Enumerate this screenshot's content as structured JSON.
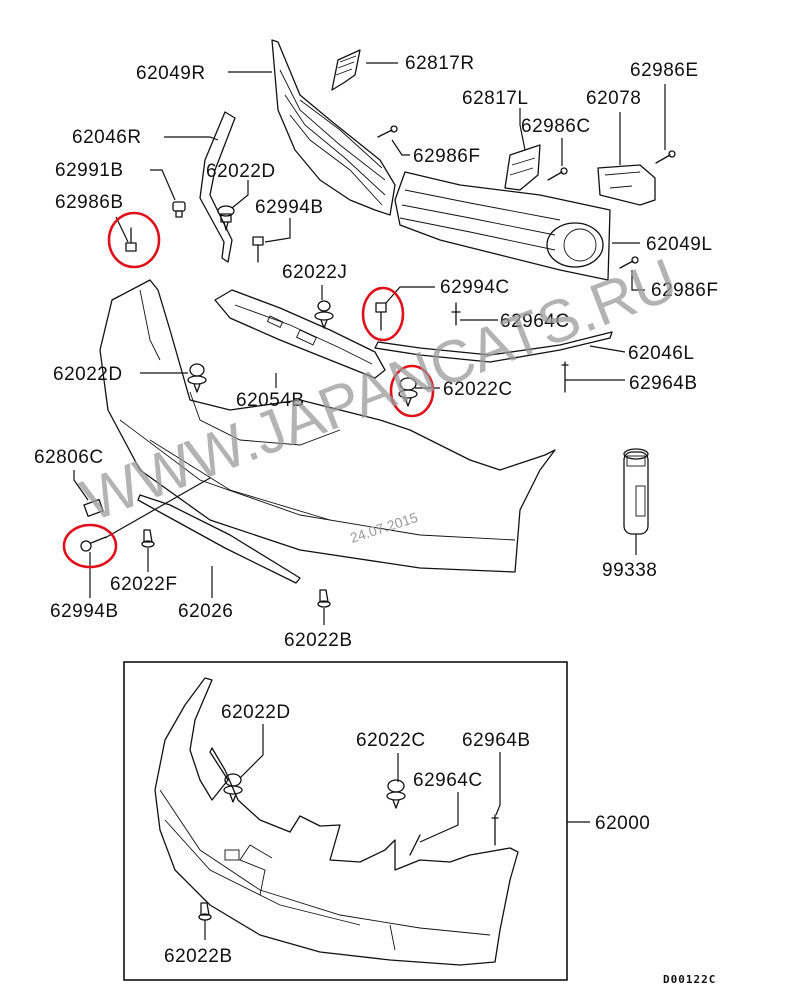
{
  "labels": {
    "p62049R": "62049R",
    "p62817R": "62817R",
    "p62986E": "62986E",
    "p62817L": "62817L",
    "p62078": "62078",
    "p62046R": "62046R",
    "p62986C": "62986C",
    "p62986F_a": "62986F",
    "p62991B": "62991B",
    "p62022D_a": "62022D",
    "p62986B": "62986B",
    "p62994B_a": "62994B",
    "p62049L": "62049L",
    "p62022J": "62022J",
    "p62986F_b": "62986F",
    "p62994C": "62994C",
    "p62964C_a": "62964C",
    "p62046L": "62046L",
    "p62022D_b": "62022D",
    "p62022C_a": "62022C",
    "p62964B_a": "62964B",
    "p62054B": "62054B",
    "p62806C": "62806C",
    "p99338": "99338",
    "p62022F": "62022F",
    "p62994B_b": "62994B",
    "p62026": "62026",
    "p62022B_a": "62022B",
    "p62022D_c": "62022D",
    "p62022C_b": "62022C",
    "p62964B_b": "62964B",
    "p62964C_b": "62964C",
    "p62000": "62000",
    "p62022B_b": "62022B"
  },
  "watermark": {
    "site": "WWW.JAPANCATS.RU",
    "date": "24.07.2015"
  },
  "diagram_code": "D00122C",
  "colors": {
    "highlight": "#e0101a",
    "ink": "#111111",
    "watermark": "#9a9a9a"
  }
}
